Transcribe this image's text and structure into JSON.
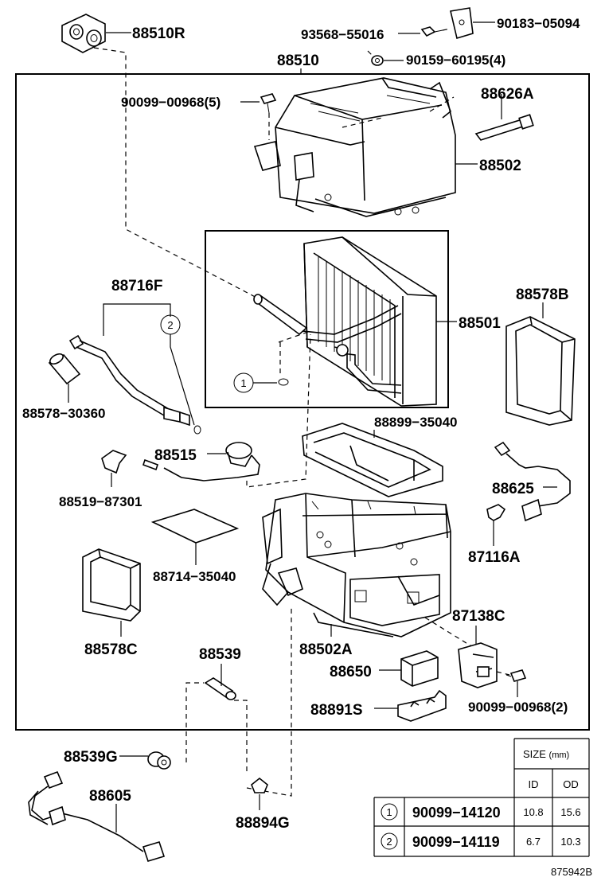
{
  "parts": {
    "p88510R": "88510R",
    "p93568": "93568−55016",
    "p90183": "90183−05094",
    "p88510": "88510",
    "p90159": "90159−60195(4)",
    "p90099_5": "90099−00968(5)",
    "p88626A": "88626A",
    "p88502": "88502",
    "p88716F": "88716F",
    "p88501": "88501",
    "p88578B": "88578B",
    "p88578_30360": "88578−30360",
    "p88899": "88899−35040",
    "p88515": "88515",
    "p88519": "88519−87301",
    "p88625": "88625",
    "p87116A": "87116A",
    "p88714": "88714−35040",
    "p88578C": "88578C",
    "p87138C": "87138C",
    "p88539": "88539",
    "p88502A": "88502A",
    "p88650": "88650",
    "p90099_2": "90099−00968(2)",
    "p88891S": "88891S",
    "p88539G": "88539G",
    "p88605": "88605",
    "p88894G": "88894G"
  },
  "callouts": {
    "c1": "1",
    "c2": "2"
  },
  "size_table": {
    "title": "SIZE",
    "unit": "(mm)",
    "col_id": "ID",
    "col_od": "OD",
    "rows": [
      {
        "ref": "1",
        "part_no": "90099−14120",
        "id": "10.8",
        "od": "15.6"
      },
      {
        "ref": "2",
        "part_no": "90099−14119",
        "id": "6.7",
        "od": "10.3"
      }
    ]
  },
  "drawing_id": "875942B"
}
